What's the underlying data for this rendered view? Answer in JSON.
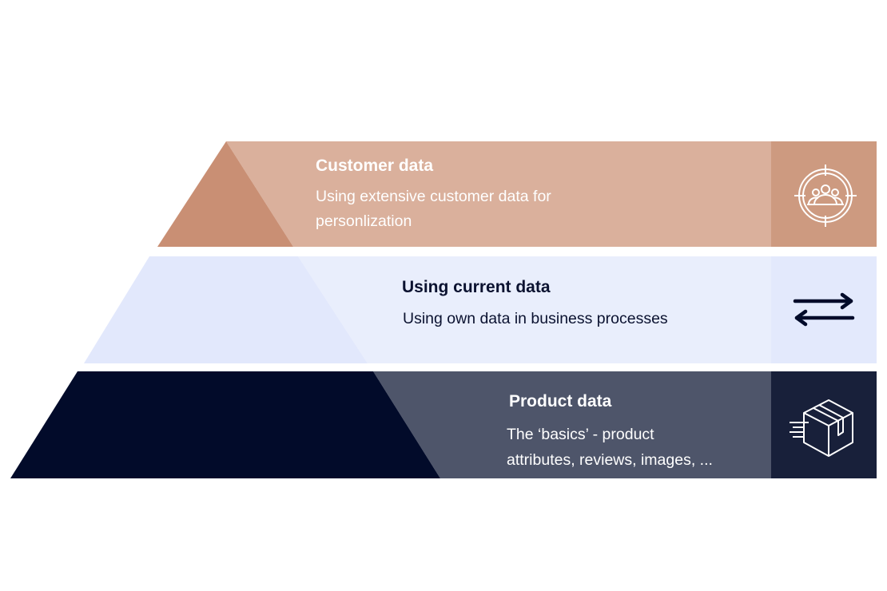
{
  "levels": [
    {
      "title": "Customer data",
      "description_lines": [
        "Using extensive customer data for",
        "personlization"
      ],
      "icon": "target-people-icon",
      "colors": {
        "pyramid": "#c98f74",
        "band": "#dab09c",
        "icon_box": "#cd9a80",
        "text": "#ffffff",
        "icon": "#ffffff"
      }
    },
    {
      "title": "Using current data",
      "description_lines": [
        "Using own data in business processes"
      ],
      "icon": "exchange-arrows-icon",
      "colors": {
        "pyramid": "#e2e8fc",
        "band": "#e9eefc",
        "icon_box": "#e3e9fc",
        "text": "#0b1230",
        "icon": "#020b2a"
      }
    },
    {
      "title": "Product data",
      "description_lines": [
        "The ‘basics’ - product",
        "attributes, reviews, images, ..."
      ],
      "icon": "package-box-icon",
      "colors": {
        "pyramid": "#020b2a",
        "band": "#4e556a",
        "icon_box": "#18203a",
        "text": "#ffffff",
        "icon": "#ffffff"
      }
    }
  ]
}
